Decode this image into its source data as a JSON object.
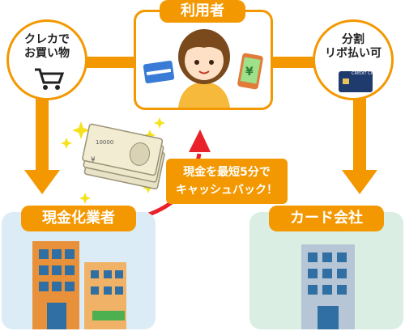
{
  "user": {
    "label": "利用者"
  },
  "shopping": {
    "line1": "クレカで",
    "line2": "お買い物",
    "icon": "shopping-cart-icon"
  },
  "installment": {
    "line1": "分割",
    "line2": "リボ払い可",
    "card_text": "CREDIT CARD"
  },
  "cash_dealer": {
    "label": "現金化業者"
  },
  "card_company": {
    "label": "カード会社"
  },
  "cashback": {
    "line1": "現金を最短5分で",
    "line2": "キャッシュバック！"
  },
  "cash": {
    "bill_text": "10000",
    "currency_symbol": "¥"
  },
  "colors": {
    "accent": "#f39800",
    "arrow_red": "#e8212b",
    "cash_box": "#dcecf7",
    "card_box": "#dbeee3"
  }
}
